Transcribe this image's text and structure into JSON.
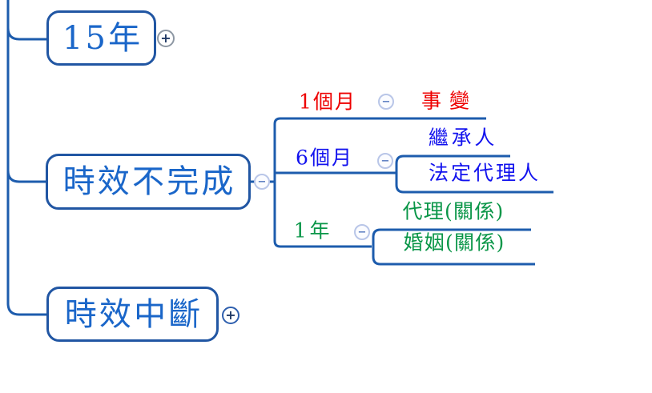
{
  "diagram": {
    "type": "mind-map-fragment",
    "language": "zh-TW",
    "colors": {
      "connector_line": "#1d5cad",
      "box_border": "#2156a3",
      "main_topic_text": "#1a66c9",
      "red_branch_text": "#ee0000",
      "blue_branch_text": "#1212ee",
      "green_branch_text": "#0a9648",
      "collapse_button_border": "#b9c6e8",
      "expand_button_gray_border": "#8d97a3",
      "expand_button_blue_border": "#2e5fae"
    },
    "buttons": {
      "expand_glyph": "+",
      "collapse_glyph": "−"
    },
    "nodes": {
      "y15": {
        "label": "15年",
        "toggle": "expand",
        "style": "boxed"
      },
      "incomplete": {
        "label": "時效不完成",
        "toggle": "collapse",
        "style": "boxed"
      },
      "interrupt": {
        "label": "時效中斷",
        "toggle": "expand",
        "style": "boxed"
      },
      "m1": {
        "label": "1個月",
        "toggle": "collapse",
        "style": "underline",
        "color": "red"
      },
      "event": {
        "label": "事變",
        "style": "underline",
        "color": "red"
      },
      "m6": {
        "label": "6個月",
        "toggle": "collapse",
        "style": "underline",
        "color": "blue"
      },
      "heir": {
        "label": "繼承人",
        "style": "underline",
        "color": "blue"
      },
      "legal_rep": {
        "label": "法定代理人",
        "style": "underline",
        "color": "blue"
      },
      "y1": {
        "label": "1年",
        "toggle": "collapse",
        "style": "underline",
        "color": "green"
      },
      "agency": {
        "label": "代理(關係)",
        "style": "underline",
        "color": "green"
      },
      "marriage": {
        "label": "婚姻(關係)",
        "style": "underline",
        "color": "green"
      }
    },
    "tree": [
      {
        "node": "y15",
        "children_collapsed": true
      },
      {
        "node": "incomplete",
        "children": [
          {
            "node": "m1",
            "children": [
              "event"
            ]
          },
          {
            "node": "m6",
            "children": [
              "heir",
              "legal_rep"
            ]
          },
          {
            "node": "y1",
            "children": [
              "agency",
              "marriage"
            ]
          }
        ]
      },
      {
        "node": "interrupt",
        "children_collapsed": true
      }
    ]
  }
}
